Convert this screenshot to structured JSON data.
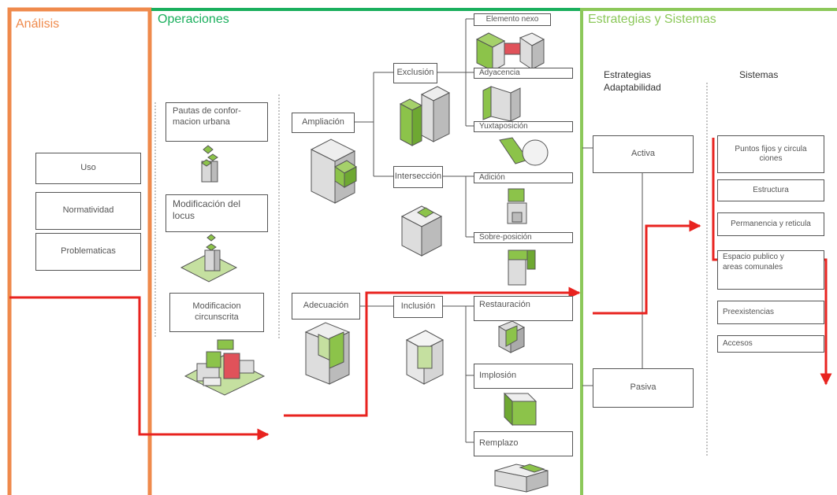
{
  "colors": {
    "analisis": "#ef8a4c",
    "operaciones": "#1aaf5d",
    "estrategias": "#8cc85a",
    "flow_arrow": "#e8231f",
    "model_green": "#8cc34a",
    "model_red": "#e0525a"
  },
  "sections": {
    "analisis": "Análisis",
    "operaciones": "Operaciones",
    "estrategias": "Estrategias y Sistemas"
  },
  "analisis": {
    "items": [
      "Uso",
      "Normatividad",
      "Problematicas"
    ]
  },
  "operaciones": {
    "pautas": [
      "Pautas de confor-\nmacion urbana",
      "Modificación del\nlocus",
      "Modificacion\ncircunscrita"
    ],
    "ampliacion": "Ampliación",
    "adecuacion": "Adecuación",
    "exclusion": "Exclusión",
    "interseccion": "Intersección",
    "inclusion": "Inclusión",
    "tipos": [
      "Elemento nexo",
      "Adyacencia",
      "Yuxtaposición",
      "Adición",
      "Sobre-posición",
      "Restauración",
      "Implosión",
      "Remplazo"
    ]
  },
  "estrategias": {
    "heading": "Estrategias\nAdaptabilidad",
    "activa": "Activa",
    "pasiva": "Pasiva"
  },
  "sistemas": {
    "heading": "Sistemas",
    "items": [
      "Puntos fijos y circula\nciones",
      "Estructura",
      "Permanencia y reticula",
      "Espacio publico y\nareas comunales",
      "Preexistencias",
      "Accesos"
    ]
  }
}
